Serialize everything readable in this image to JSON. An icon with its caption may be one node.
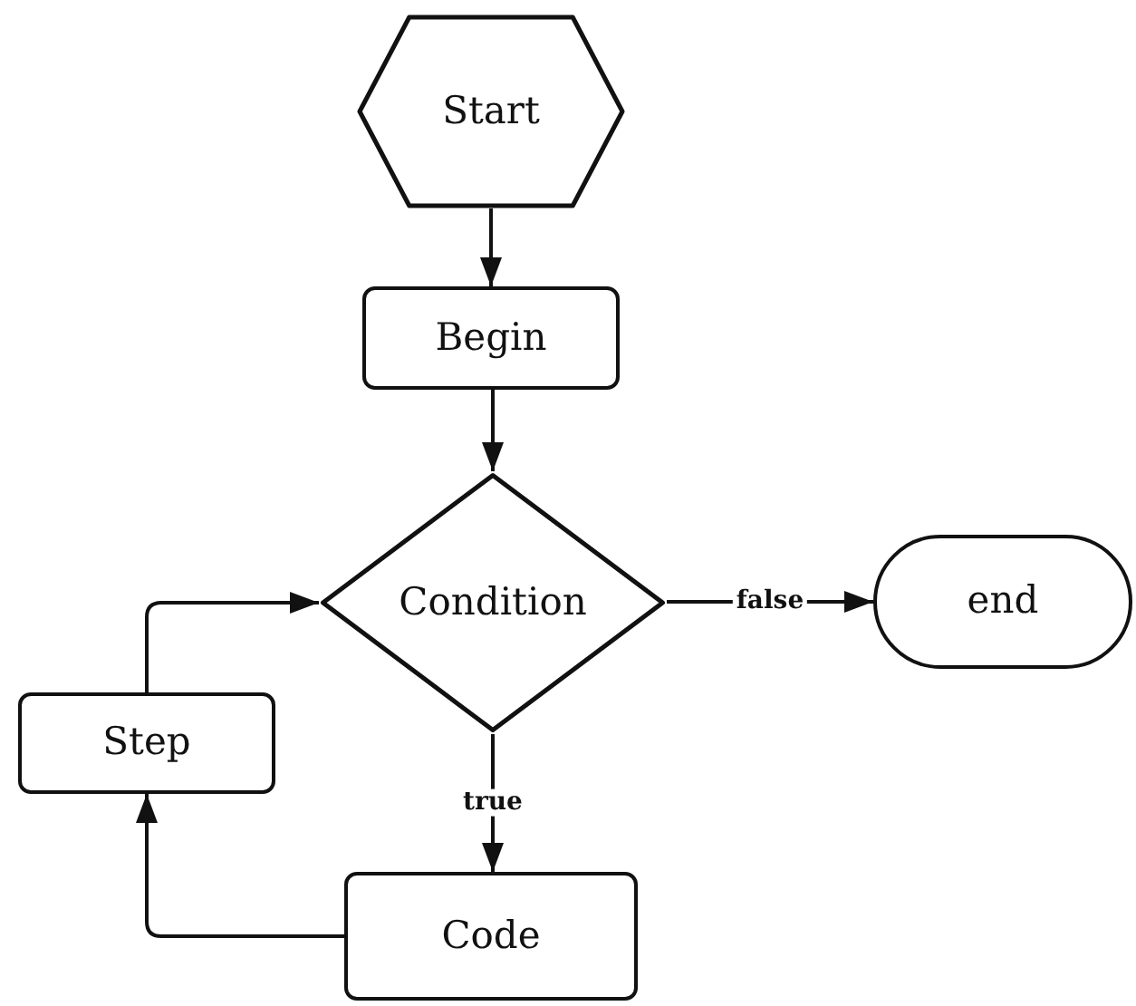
{
  "diagram": {
    "nodes": [
      {
        "text": [
          "Start"
        ]
      },
      {
        "text": [
          "Begin"
        ]
      },
      {
        "text": [
          "Condition"
        ]
      },
      {
        "text": [
          "end"
        ]
      },
      {
        "text": [
          "Step"
        ]
      },
      {
        "text": [
          "Code"
        ]
      }
    ],
    "edges": [
      {
        "from": 0,
        "to": 1,
        "arrow": "to"
      },
      {
        "from": 1,
        "to": 2,
        "arrow": "to"
      },
      {
        "from": 2,
        "to": 3,
        "arrow": "to",
        "label": "false"
      },
      {
        "from": 2,
        "to": 5,
        "arrow": "to",
        "label": "true"
      },
      {
        "from": 5,
        "to": 4,
        "arrow": "to"
      },
      {
        "from": 4,
        "to": 2,
        "arrow": "to"
      }
    ]
  }
}
